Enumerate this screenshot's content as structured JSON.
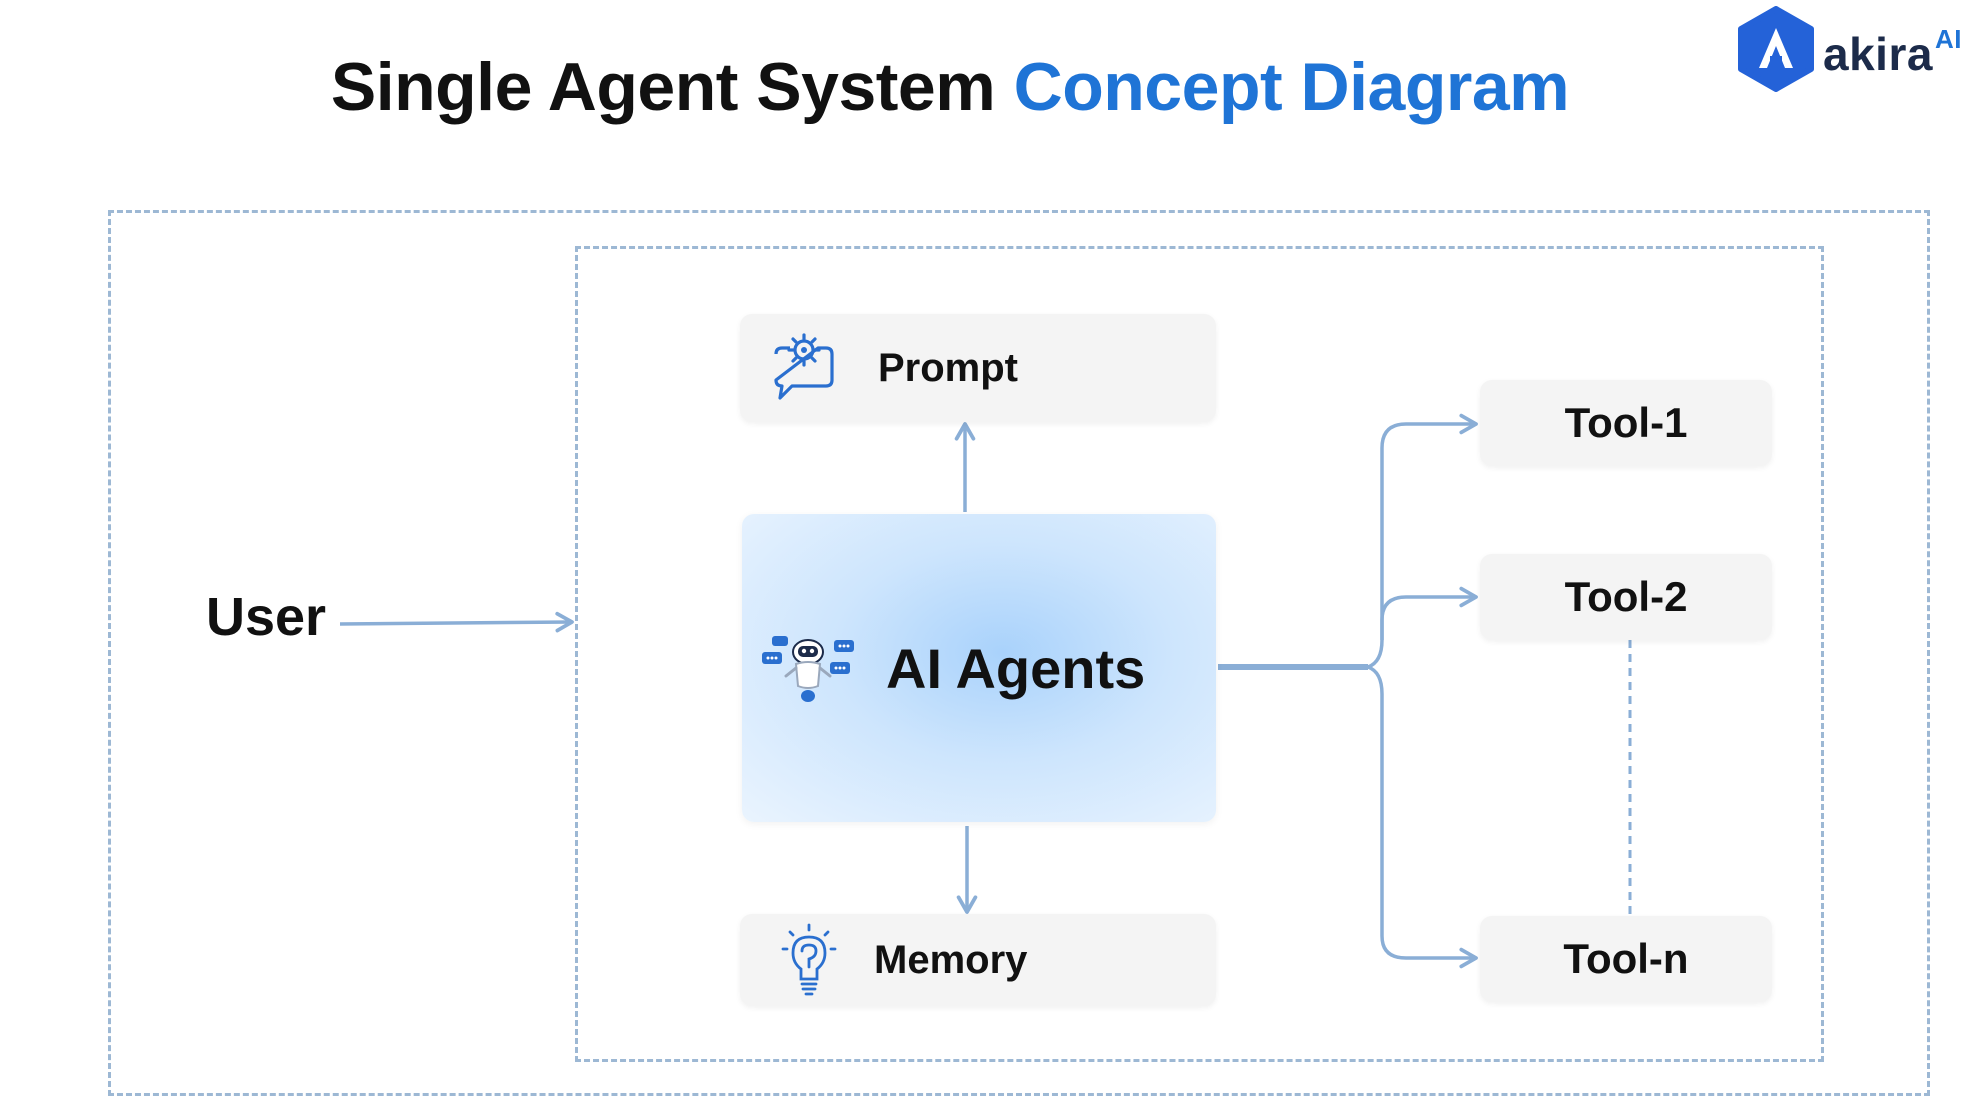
{
  "title": {
    "main": "Single Agent System",
    "accent": "Concept Diagram"
  },
  "logo": {
    "brand": "akira",
    "suffix": "AI",
    "colors": {
      "hex": "#2462d8",
      "text": "#1c2b4a"
    }
  },
  "diagram": {
    "user_label": "User",
    "prompt_label": "Prompt",
    "agent_label": "AI Agents",
    "memory_label": "Memory",
    "tools": [
      "Tool-1",
      "Tool-2",
      "Tool-n"
    ]
  },
  "colors": {
    "accent": "#1f74d6",
    "connector": "#8aaed6",
    "dashed_border": "#9db8d4",
    "icon": "#2a6fcf"
  }
}
